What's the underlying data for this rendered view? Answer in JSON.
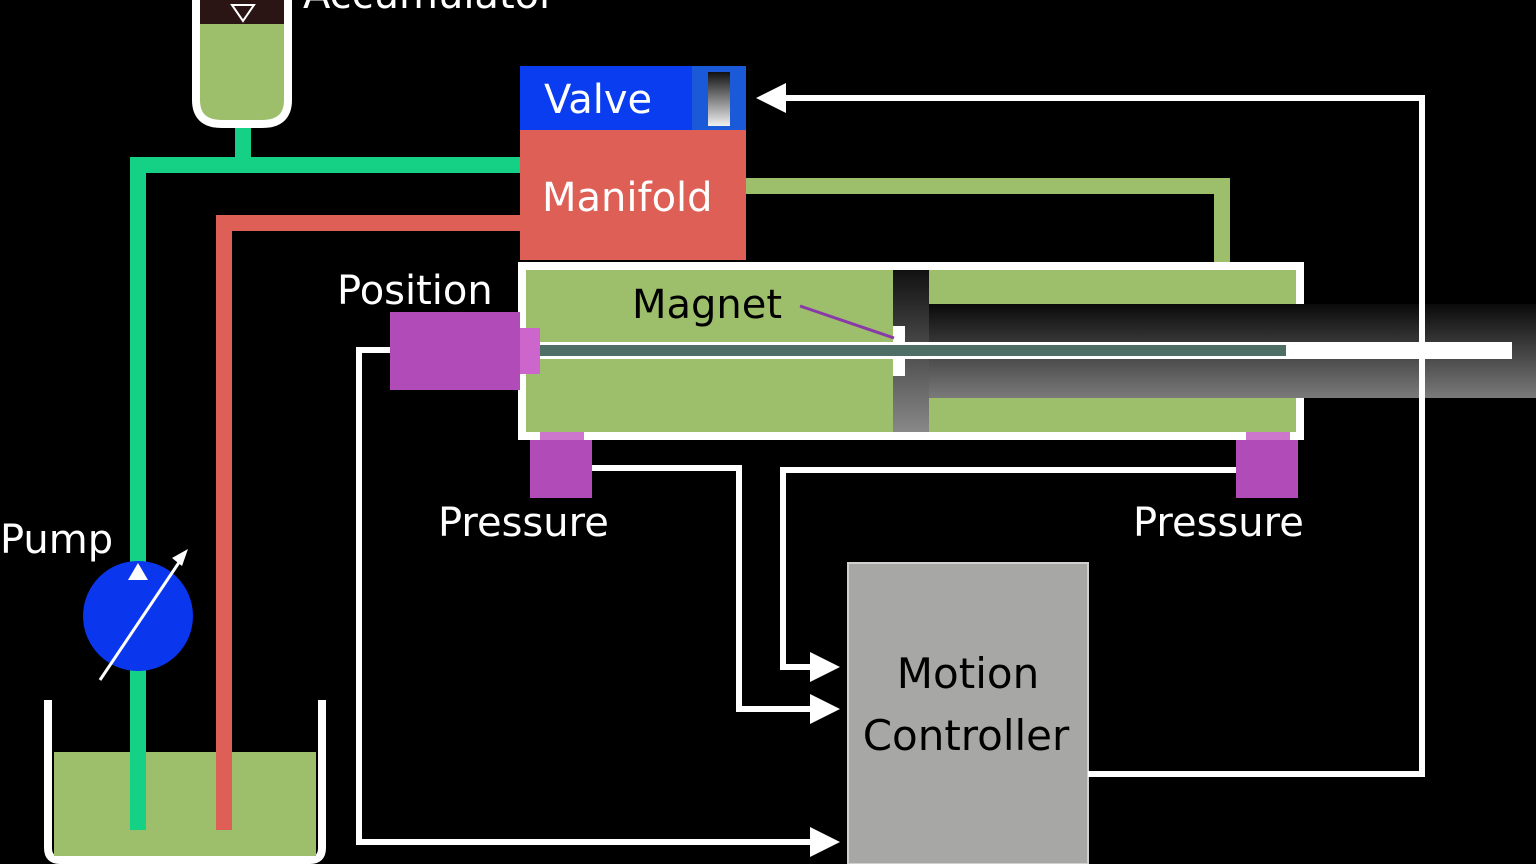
{
  "labels": {
    "accumulator": "Accumulator",
    "valve": "Valve",
    "manifold": "Manifold",
    "position": "Position",
    "magnet": "Magnet",
    "pressure_left": "Pressure",
    "pressure_right": "Pressure",
    "pump": "Pump",
    "motion_controller_line1": "Motion",
    "motion_controller_line2": "Controller"
  },
  "colors": {
    "background": "#000000",
    "fluid": "#9dbf6b",
    "supply_line": "#14d186",
    "return_line": "#dd5f56",
    "valve": "#0a3cf0",
    "manifold": "#dd5f56",
    "sensor": "#b04bb8",
    "pump": "#0a36ee",
    "controller": "#a7a7a5",
    "signal": "#ffffff",
    "magnet_pointer": "#8a3aa8"
  }
}
